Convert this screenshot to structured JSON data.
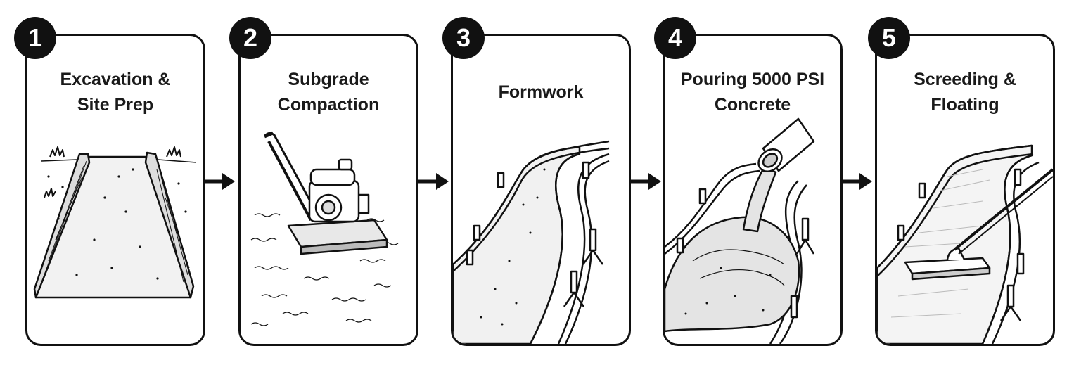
{
  "steps": [
    {
      "number": "1",
      "title_lines": [
        "Excavation &",
        "Site Prep"
      ]
    },
    {
      "number": "2",
      "title_lines": [
        "Subgrade",
        "Compaction"
      ]
    },
    {
      "number": "3",
      "title_lines": [
        "Formwork"
      ]
    },
    {
      "number": "4",
      "title_lines": [
        "Pouring 5000 PSI",
        "Concrete"
      ]
    },
    {
      "number": "5",
      "title_lines": [
        "Screeding &",
        "Floating"
      ]
    }
  ],
  "icons": [
    "excavation-illustration",
    "plate-compactor-illustration",
    "formwork-illustration",
    "concrete-pour-illustration",
    "screed-float-illustration",
    "arrow-right-icon"
  ],
  "colors": {
    "ink": "#111111",
    "background": "#ffffff",
    "concrete": "#e6e6e6"
  }
}
